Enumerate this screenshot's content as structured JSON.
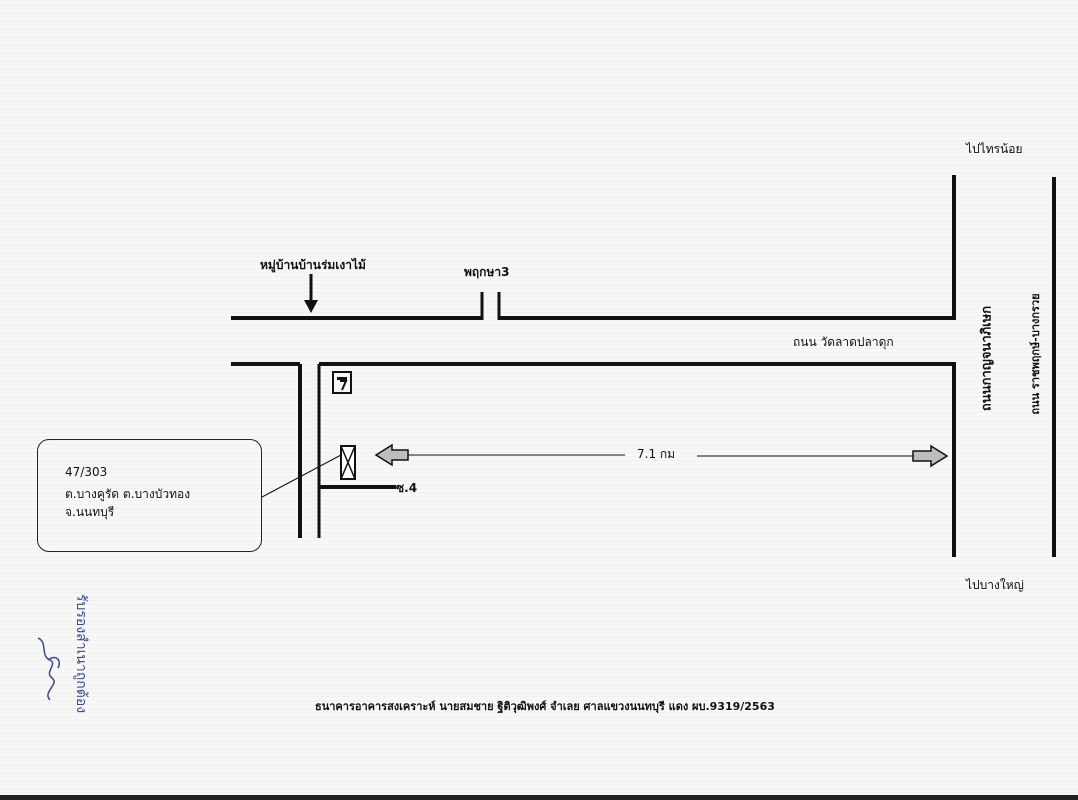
{
  "labels": {
    "to_sainoi": "ไปไทรน้อย",
    "to_bangyai": "ไปบางใหญ่",
    "village": "หมู่บ้านบ้านร่มเงาไม้",
    "pruksa": "พฤกษา3",
    "wat_lat_pla_duk_road": "ถนน  วัดลาดปลาดุก",
    "kanchanaphisek_road": "ถนนกาญจนาภิเษก",
    "ratchaphruek_road": "ถนน   ราชพฤกษ์-บางกรวย",
    "soi_4": "ซ.4",
    "distance": "7.1 กม",
    "store_icon": "seven-eleven-icon"
  },
  "address": {
    "line1": "47/303",
    "line2": "ต.บางคูรัด  ต.บางบัวทอง",
    "line3": "จ.นนทบุรี"
  },
  "footer": "ธนาคารอาคารสงเคราะห์   นายสมชาย ฐิติวุฒิพงศ์   จำเลย  ศาลแขวงนนทบุรี  แดง ผบ.9319/2563",
  "stamp": {
    "text": "รับรองสำเนาถูกต้อง",
    "color": "#3a4a9a"
  },
  "colors": {
    "road": "#111111",
    "arrow_fill": "#bdbdbd",
    "stamp_ink": "#3a4a9a"
  }
}
